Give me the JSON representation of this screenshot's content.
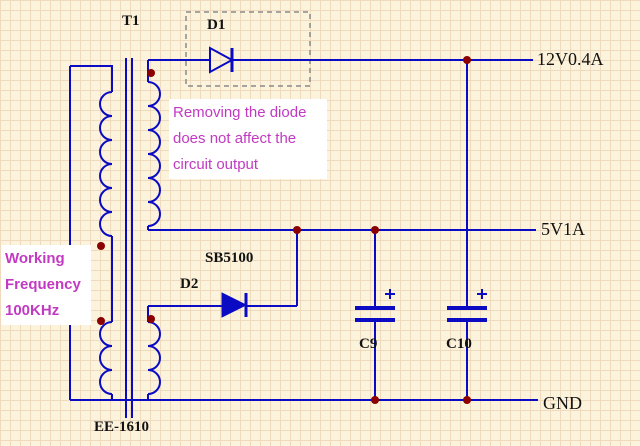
{
  "colors": {
    "background": "#FBF3DC",
    "grid": "#EFDABE",
    "wire": "#0B0BC4",
    "dot": "#8B0000",
    "label": "#121212",
    "annotation": "#C23AC2",
    "dashed_box": "#8A8A8A"
  },
  "transformer": {
    "ref": "T1",
    "part": "EE-1610"
  },
  "diode_d1": {
    "ref": "D1"
  },
  "diode_d2": {
    "ref": "D2",
    "part": "SB5100"
  },
  "cap_c9": {
    "ref": "C9"
  },
  "cap_c10": {
    "ref": "C10"
  },
  "rails": {
    "v12": "12V0.4A",
    "v5": "5V1A",
    "gnd": "GND"
  },
  "annotations": {
    "diode_note": "Removing the diode\ndoes not affect the\ncircuit output",
    "frequency_note": "Working\nFrequency\n100KHz"
  }
}
